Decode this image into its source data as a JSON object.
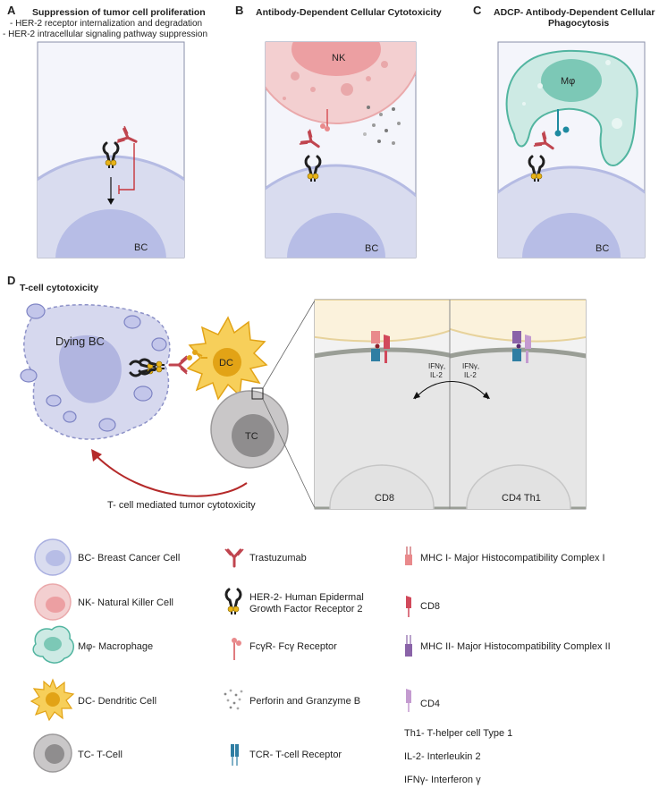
{
  "panel_a": {
    "letter": "A",
    "title": "Suppression of tumor cell proliferation",
    "line1": "- HER-2 receptor internalization and degradation",
    "line2": "- HER-2 intracellular signaling pathway suppression",
    "cell_label": "BC"
  },
  "panel_b": {
    "letter": "B",
    "title": "Antibody-Dependent Cellular Cytotoxicity",
    "nk_label": "NK",
    "cell_label": "BC"
  },
  "panel_c": {
    "letter": "C",
    "title_line1": "ADCP- Antibody-Dependent Cellular",
    "title_line2": "Phagocytosis",
    "mphi_label": "Mφ",
    "cell_label": "BC"
  },
  "panel_d": {
    "letter": "D",
    "title": "T-cell cytotoxicity",
    "dying_label": "Dying BC",
    "dc_label": "DC",
    "tc_label": "TC",
    "arrow_caption": "T- cell mediated tumor cytotoxicity",
    "cd8_label": "CD8",
    "cd4_label": "CD4 Th1",
    "cytokine_left_1": "IFNγ,",
    "cytokine_left_2": "IL-2",
    "cytokine_right_1": "IFNγ,",
    "cytokine_right_2": "IL-2"
  },
  "legend": {
    "bc": "BC- Breast Cancer Cell",
    "nk": "NK- Natural Killer Cell",
    "mphi": "Mφ- Macrophage",
    "dc": "DC- Dendritic Cell",
    "tc": "TC- T-Cell",
    "trastuzumab": "Trastuzumab",
    "her2_line1": "HER-2- Human Epidermal",
    "her2_line2": "Growth Factor Receptor 2",
    "fcgr": "FcγR- Fcγ Receptor",
    "perforin": "Perforin and Granzyme B",
    "tcr": "TCR- T-cell Receptor",
    "mhc1": "MHC I- Major Histocompatibility Complex I",
    "cd8": "CD8",
    "mhc2": "MHC II- Major Histocompatibility Complex II",
    "cd4": "CD4",
    "th1": "Th1- T-helper cell Type 1",
    "il2": "IL-2- Interleukin 2",
    "ifng": "IFNγ- Interferon γ"
  },
  "colors": {
    "bc_fill": "#d9dcef",
    "bc_nucleus": "#b7bde6",
    "nk_fill": "#f3cfd0",
    "nk_nucleus": "#ec9fa2",
    "mphi_fill": "#cdeae4",
    "mphi_nucleus": "#7cc8b6",
    "dc_fill": "#f7cf5a",
    "dc_nucleus": "#e2a316",
    "tc_fill": "#c9c7c8",
    "tc_nucleus": "#8f8d8e",
    "antibody": "#c0454f",
    "her2": "#1f1f1f",
    "mhc1": "#e98a8c",
    "cd8": "#d1495b",
    "tcr": "#2f7ea3",
    "mhc2": "#8a63a8",
    "cd4": "#c49bd0",
    "arrow_red": "#b52a2a"
  }
}
